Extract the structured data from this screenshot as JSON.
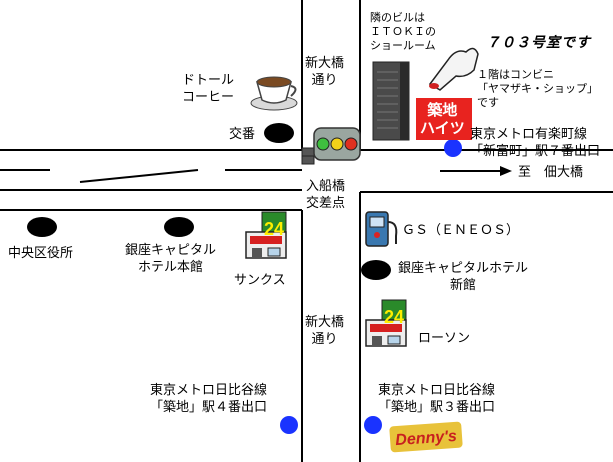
{
  "roads": {
    "shin_ohashi_north": "新大橋\n通り",
    "shin_ohashi_south": "新大橋\n通り",
    "irifunebashi": "入船橋\n交差点",
    "to_tsukuda": "至　佃大橋"
  },
  "places": {
    "doutor": "ドトール\nコーヒー",
    "koban": "交番",
    "chuo_office": "中央区役所",
    "ginza_capital_main": "銀座キャピタル\nホテル本館",
    "sunkus": "サンクス",
    "gs": "ＧＳ（ＥＮＥＯＳ）",
    "ginza_capital_new": "銀座キャピタルホテル\n新館",
    "lawson": "ローソン",
    "itoki": "隣のビルは\nＩＴＯＫＩの\nショールーム",
    "room": "７０３号室です",
    "convenience": "１階はコンビニ\n「ヤマザキ・ショップ」\nです",
    "tsukiji_heights": "築地\nハイツ",
    "dennys": "Denny's"
  },
  "stations": {
    "shintomicho7": "東京メトロ有楽町線\n「新富町」駅７番出口",
    "tsukiji4": "東京メトロ日比谷線\n「築地」駅４番出口",
    "tsukiji3": "東京メトロ日比谷線\n「築地」駅３番出口"
  },
  "icons": {
    "convenience_number": "24"
  },
  "colors": {
    "station_dot": "#1a33ff",
    "heights_sign": "#e8231f",
    "dennys": "#e8c23a",
    "marker": "#000000",
    "road": "#000000"
  }
}
